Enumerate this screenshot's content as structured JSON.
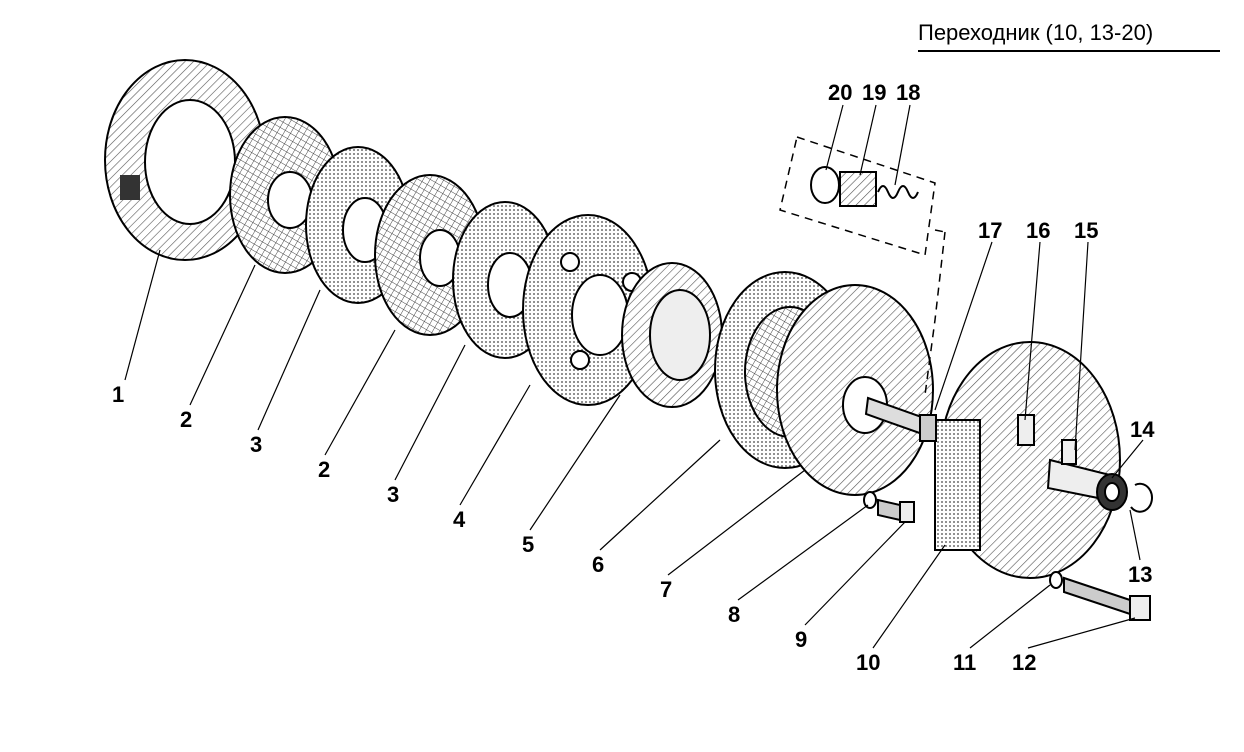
{
  "header": {
    "title": "Переходник (10, 13-20)"
  },
  "callouts": [
    "1",
    "2",
    "3",
    "2",
    "3",
    "4",
    "5",
    "6",
    "7",
    "8",
    "9",
    "10",
    "11",
    "12",
    "13",
    "14",
    "15",
    "16",
    "17",
    "18",
    "19",
    "20"
  ],
  "colors": {
    "ink": "#000000",
    "hatch": "#555555",
    "paper": "#ffffff"
  }
}
